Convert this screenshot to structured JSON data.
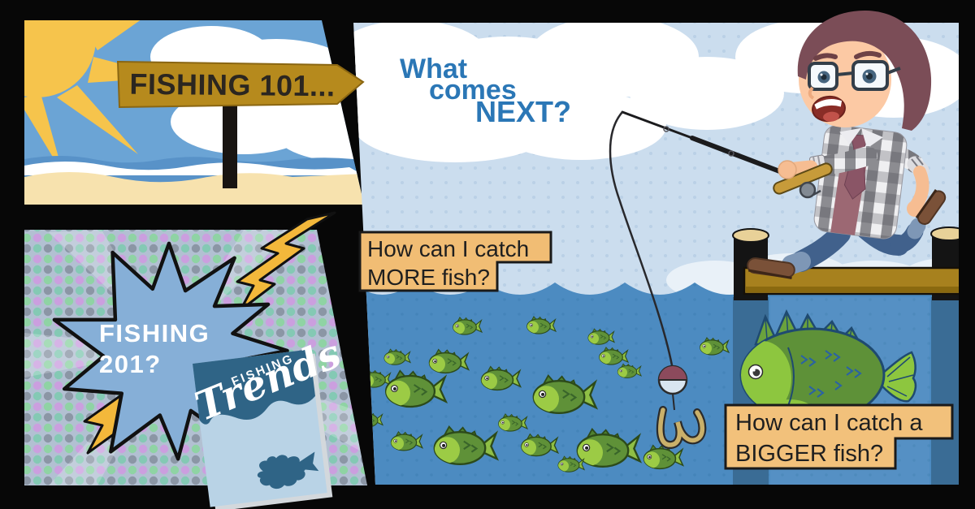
{
  "sign": {
    "label": "FISHING 101..."
  },
  "headline": {
    "line1": "What",
    "line2": "comes",
    "line3": "NEXT?"
  },
  "burst": {
    "line1": "FISHING",
    "line2": "201?"
  },
  "book": {
    "eyebrow": "FISHING",
    "title": "Trends"
  },
  "questions": {
    "more": {
      "line1": "How can I catch",
      "line2": "MORE fish?"
    },
    "bigger": {
      "line1": "How can I catch a",
      "line2": "BIGGER fish?"
    }
  },
  "icons": {
    "sun": "sun-icon",
    "cloud": "cloud-shape",
    "lightning": "lightning-bolt-icon",
    "starburst": "starburst-shape",
    "fish": "fish-icon",
    "bobber": "bobber-icon",
    "hook": "hook-icon",
    "fisherman": "fisherman-character",
    "signpost": "signpost-icon",
    "book": "magazine-cover"
  },
  "colors": {
    "sign_gold": "#b68a1d",
    "headline_blue": "#2b77b6",
    "box_orange": "#f1bd74",
    "burst_blue": "#86afd7",
    "water_blue": "#4c8bc1",
    "sky_blue": "#cbddee",
    "fish_green": "#5e9138",
    "fish_light_green": "#8dc63f",
    "lightning_yellow": "#f3b83b",
    "book_navy": "#2f6486",
    "book_light": "#b9d3e6",
    "frame_black": "#070707"
  }
}
